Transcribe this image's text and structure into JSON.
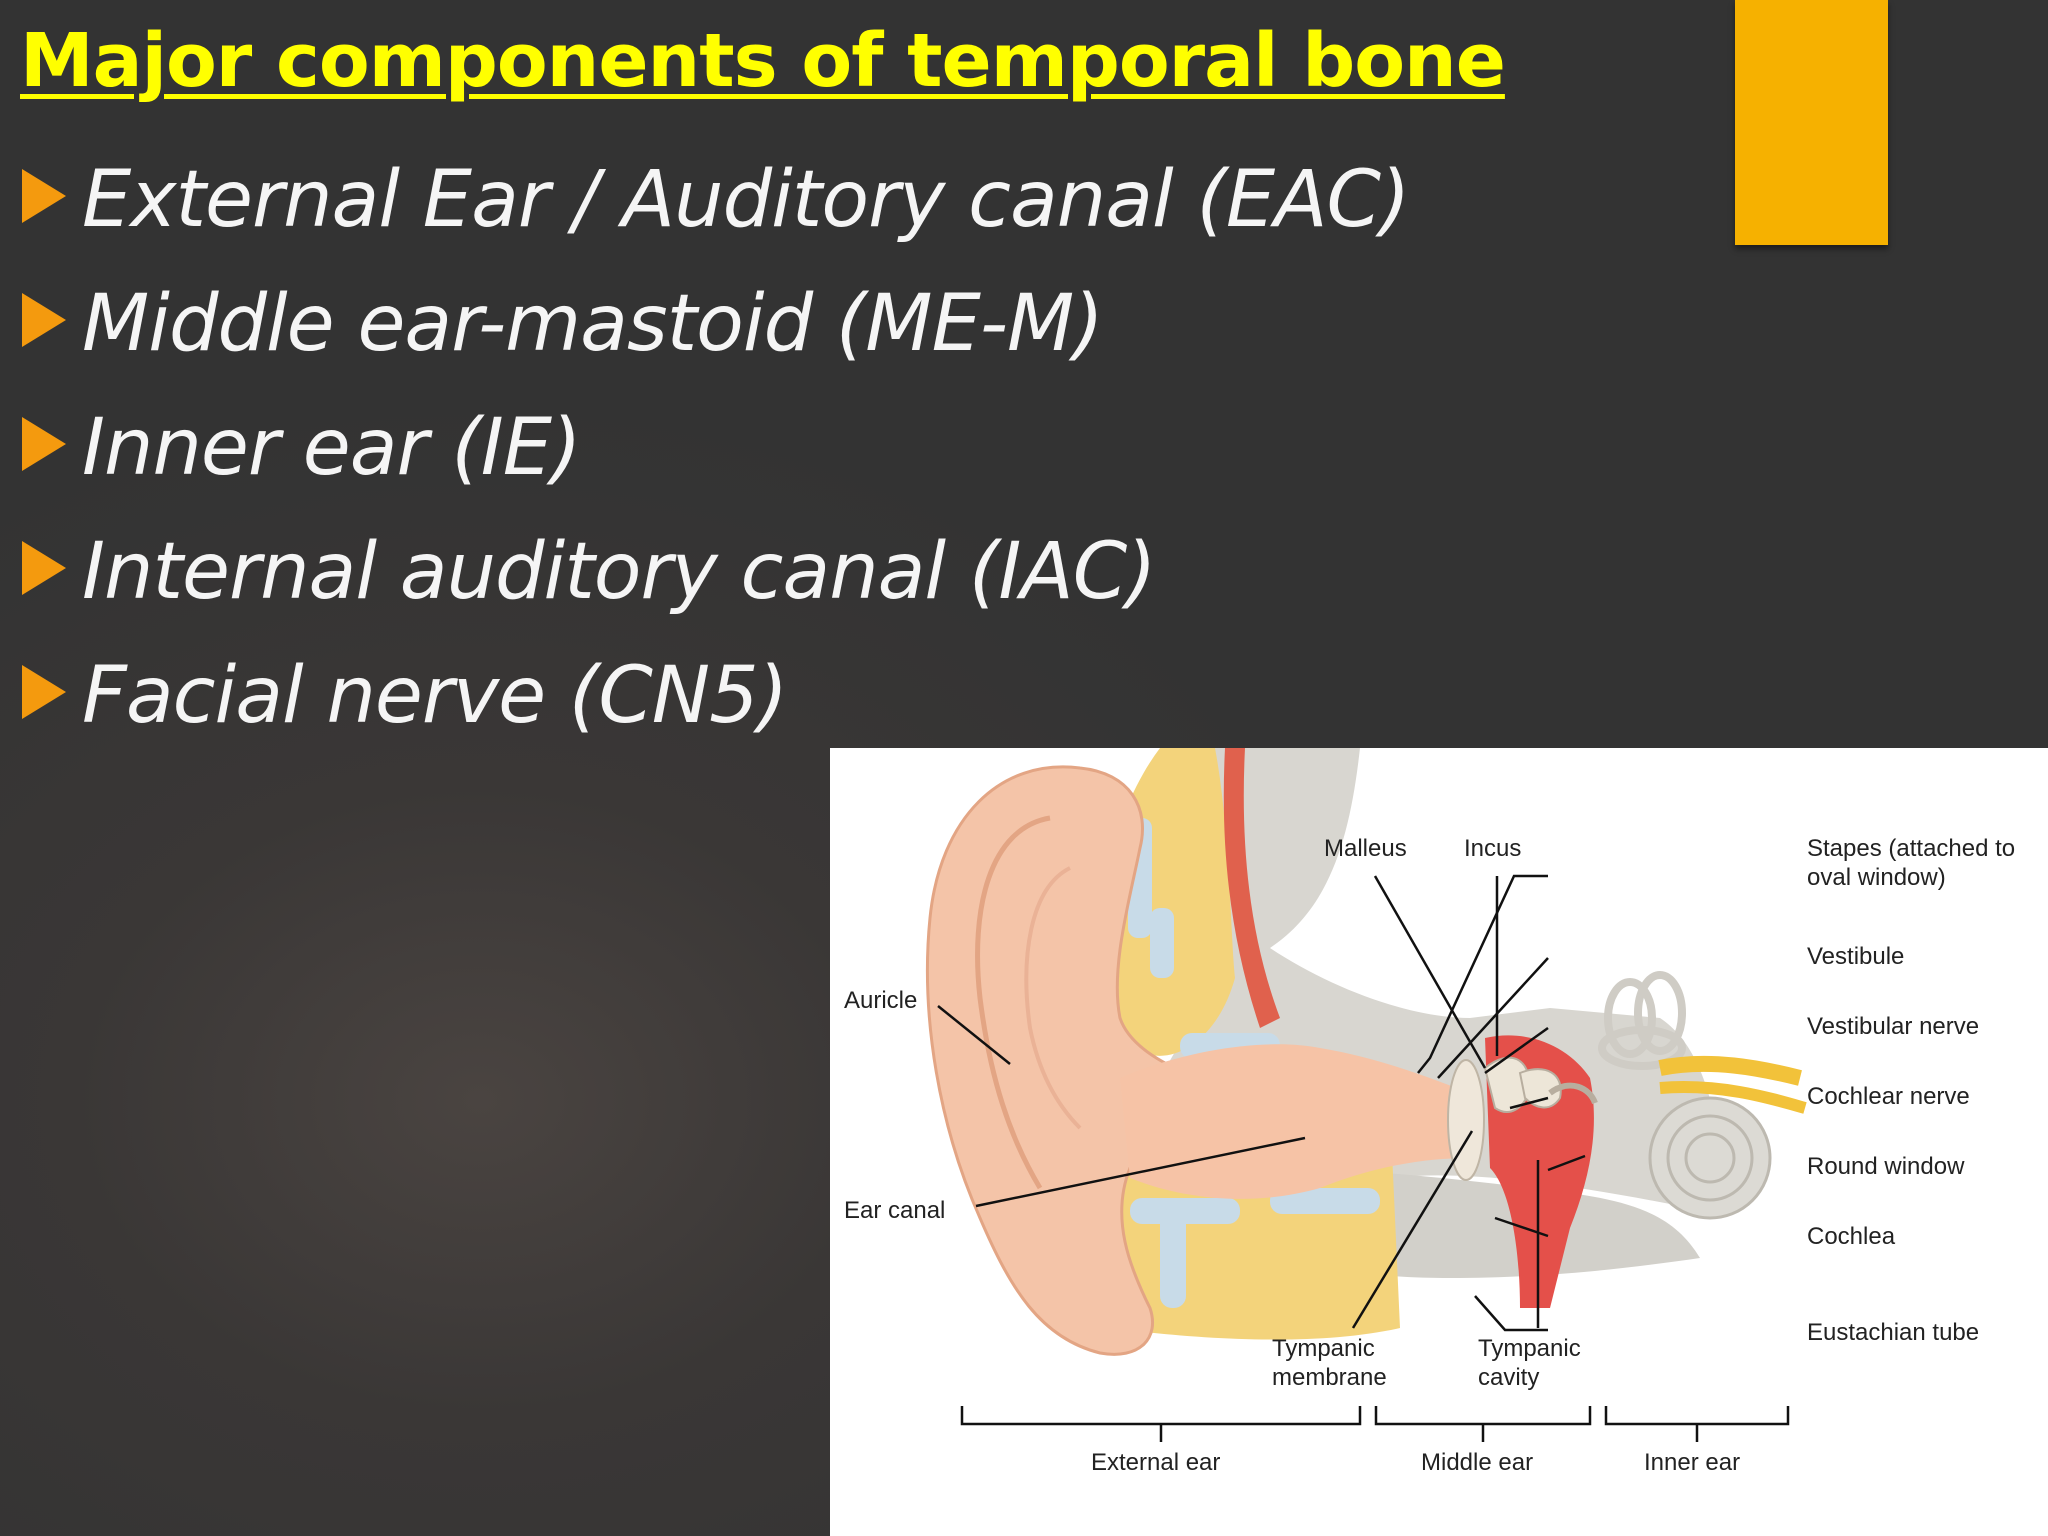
{
  "slide": {
    "title": "Major components of temporal bone",
    "bullets": [
      "External Ear / Auditory canal (EAC)",
      "Middle ear-mastoid (ME-M)",
      "Inner ear (IE)",
      "Internal auditory canal (IAC)",
      "Facial nerve (CN5)"
    ],
    "colors": {
      "title": "#ffff00",
      "bullet_marker": "#f49a0e",
      "accent_bar": "#f6b100",
      "background": "#363434"
    }
  },
  "figure": {
    "labels": {
      "malleus": "Malleus",
      "incus": "Incus",
      "stapes_line1": "Stapes (attached to",
      "stapes_line2": "oval window)",
      "vestibule": "Vestibule",
      "vestibular_nerve": "Vestibular nerve",
      "cochlear_nerve": "Cochlear nerve",
      "round_window": "Round window",
      "cochlea": "Cochlea",
      "eustachian_tube": "Eustachian tube",
      "auricle": "Auricle",
      "ear_canal": "Ear canal",
      "tympanic_membrane_line1": "Tympanic",
      "tympanic_membrane_line2": "membrane",
      "tympanic_cavity_line1": "Tympanic",
      "tympanic_cavity_line2": "cavity",
      "external_ear": "External ear",
      "middle_ear": "Middle ear",
      "inner_ear": "Inner ear"
    }
  }
}
